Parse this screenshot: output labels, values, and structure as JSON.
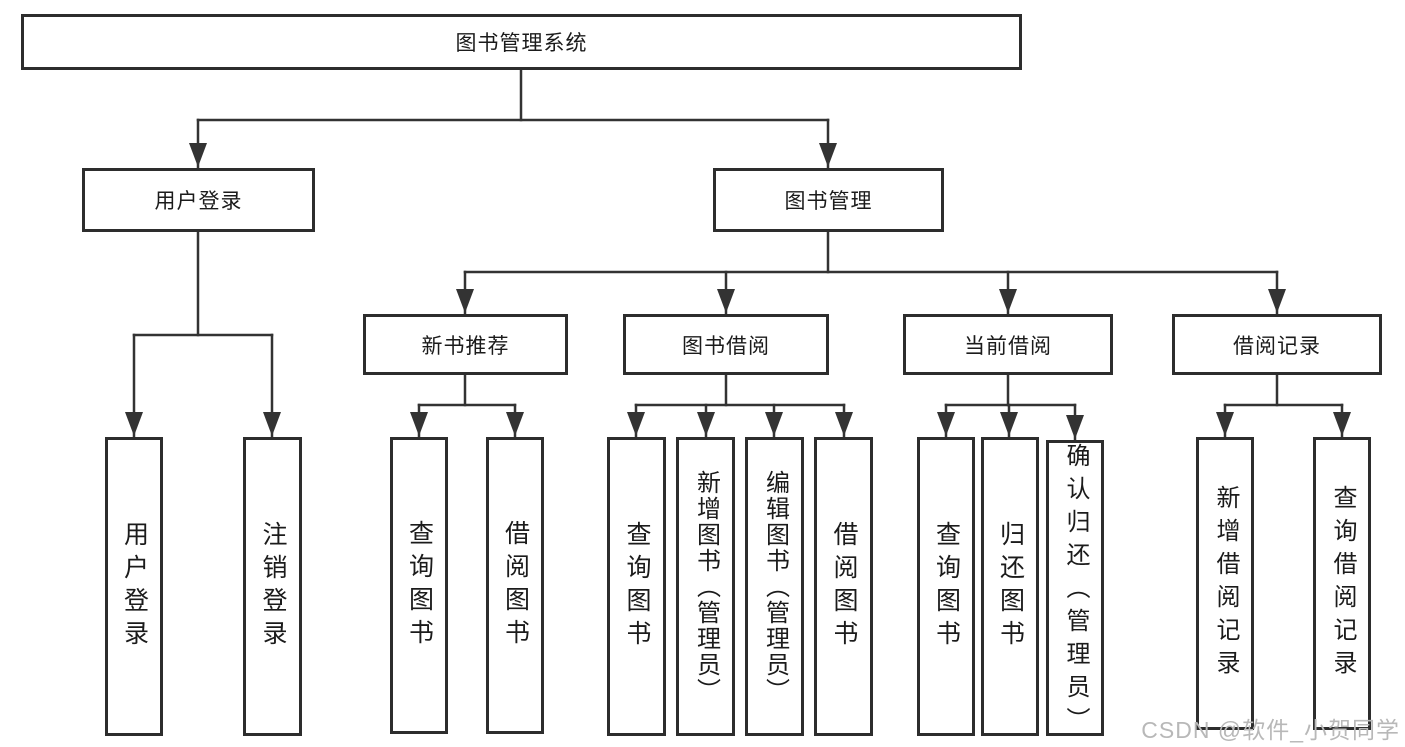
{
  "diagram": {
    "root": "图书管理系统",
    "level1": [
      {
        "label": "用户登录",
        "children": [
          "用户登录",
          "注销登录"
        ]
      },
      {
        "label": "图书管理",
        "children": [
          {
            "label": "新书推荐",
            "children": [
              "查询图书",
              "借阅图书"
            ]
          },
          {
            "label": "图书借阅",
            "children": [
              "查询图书",
              "新增图书（管理员）",
              "编辑图书（管理员）",
              "借阅图书"
            ]
          },
          {
            "label": "当前借阅",
            "children": [
              "查询图书",
              "归还图书",
              "确认归还（管理员）"
            ]
          },
          {
            "label": "借阅记录",
            "children": [
              "新增借阅记录",
              "查询借阅记录"
            ]
          }
        ]
      }
    ]
  },
  "colors": {
    "line": "#333333",
    "border": "#2d2d2d",
    "text": "#1b1b1b",
    "watermark": "#b8b8b8"
  },
  "watermark": "CSDN @软件_小贺同学"
}
